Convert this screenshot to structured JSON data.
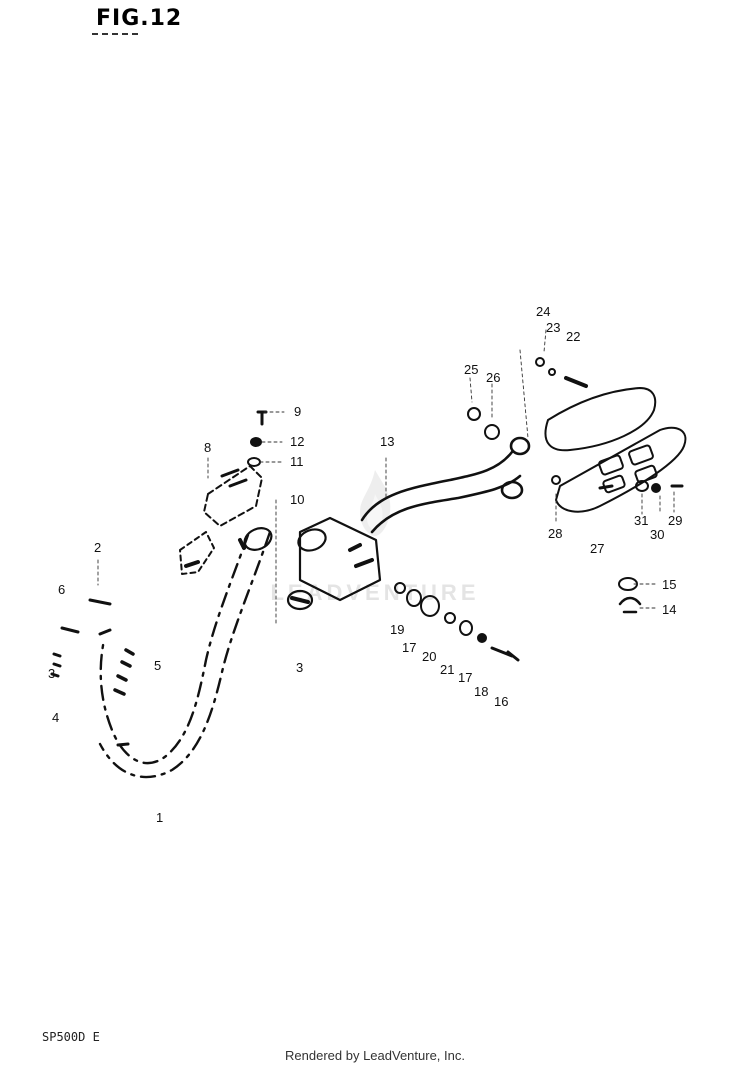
{
  "figure": {
    "title": "FIG.12"
  },
  "model_code": "SP500D E",
  "footer": "Rendered by LeadVenture, Inc.",
  "watermark": "LEADVENTURE",
  "callouts": [
    {
      "id": "c1",
      "label": "1"
    },
    {
      "id": "c2",
      "label": "2"
    },
    {
      "id": "c3a",
      "label": "3"
    },
    {
      "id": "c3b",
      "label": "3"
    },
    {
      "id": "c4",
      "label": "4"
    },
    {
      "id": "c5",
      "label": "5"
    },
    {
      "id": "c6",
      "label": "6"
    },
    {
      "id": "c8",
      "label": "8"
    },
    {
      "id": "c9",
      "label": "9"
    },
    {
      "id": "c10",
      "label": "10"
    },
    {
      "id": "c11",
      "label": "11"
    },
    {
      "id": "c12",
      "label": "12"
    },
    {
      "id": "c13",
      "label": "13"
    },
    {
      "id": "c14",
      "label": "14"
    },
    {
      "id": "c15",
      "label": "15"
    },
    {
      "id": "c16",
      "label": "16"
    },
    {
      "id": "c17a",
      "label": "17"
    },
    {
      "id": "c17b",
      "label": "17"
    },
    {
      "id": "c18",
      "label": "18"
    },
    {
      "id": "c19",
      "label": "19"
    },
    {
      "id": "c20",
      "label": "20"
    },
    {
      "id": "c21",
      "label": "21"
    },
    {
      "id": "c22",
      "label": "22"
    },
    {
      "id": "c23",
      "label": "23"
    },
    {
      "id": "c24",
      "label": "24"
    },
    {
      "id": "c25",
      "label": "25"
    },
    {
      "id": "c26",
      "label": "26"
    },
    {
      "id": "c27",
      "label": "27"
    },
    {
      "id": "c28",
      "label": "28"
    },
    {
      "id": "c29",
      "label": "29"
    },
    {
      "id": "c30",
      "label": "30"
    },
    {
      "id": "c31",
      "label": "31"
    }
  ]
}
